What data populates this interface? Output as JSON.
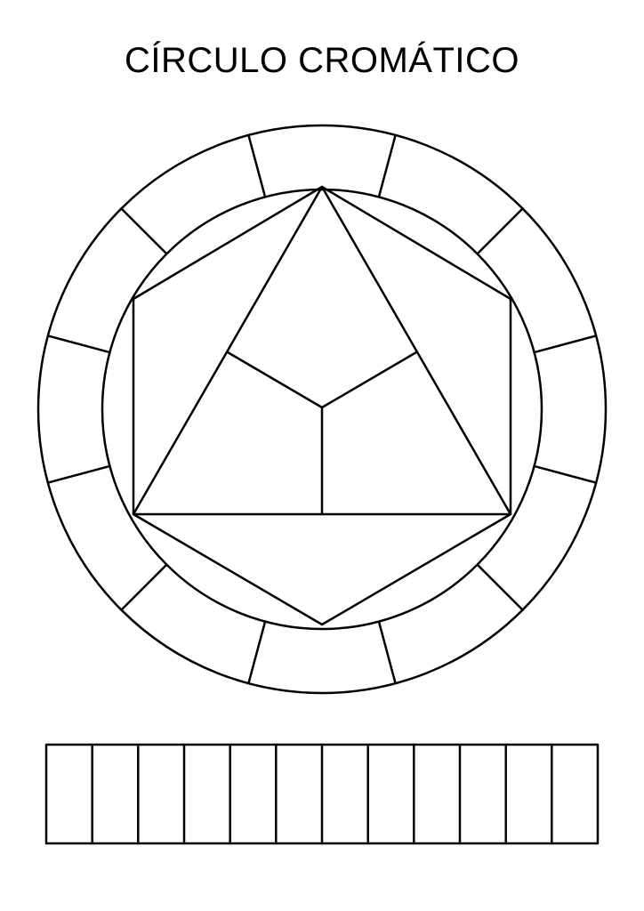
{
  "title": "CÍRCULO CROMÁTICO",
  "wheel": {
    "outer_ring_segments": 12,
    "inner_shapes": [
      "hexagon",
      "triangle",
      "three-part center"
    ]
  },
  "swatch_strip": {
    "cells": 12
  },
  "colors": {
    "line": "#000000",
    "background": "#ffffff"
  }
}
